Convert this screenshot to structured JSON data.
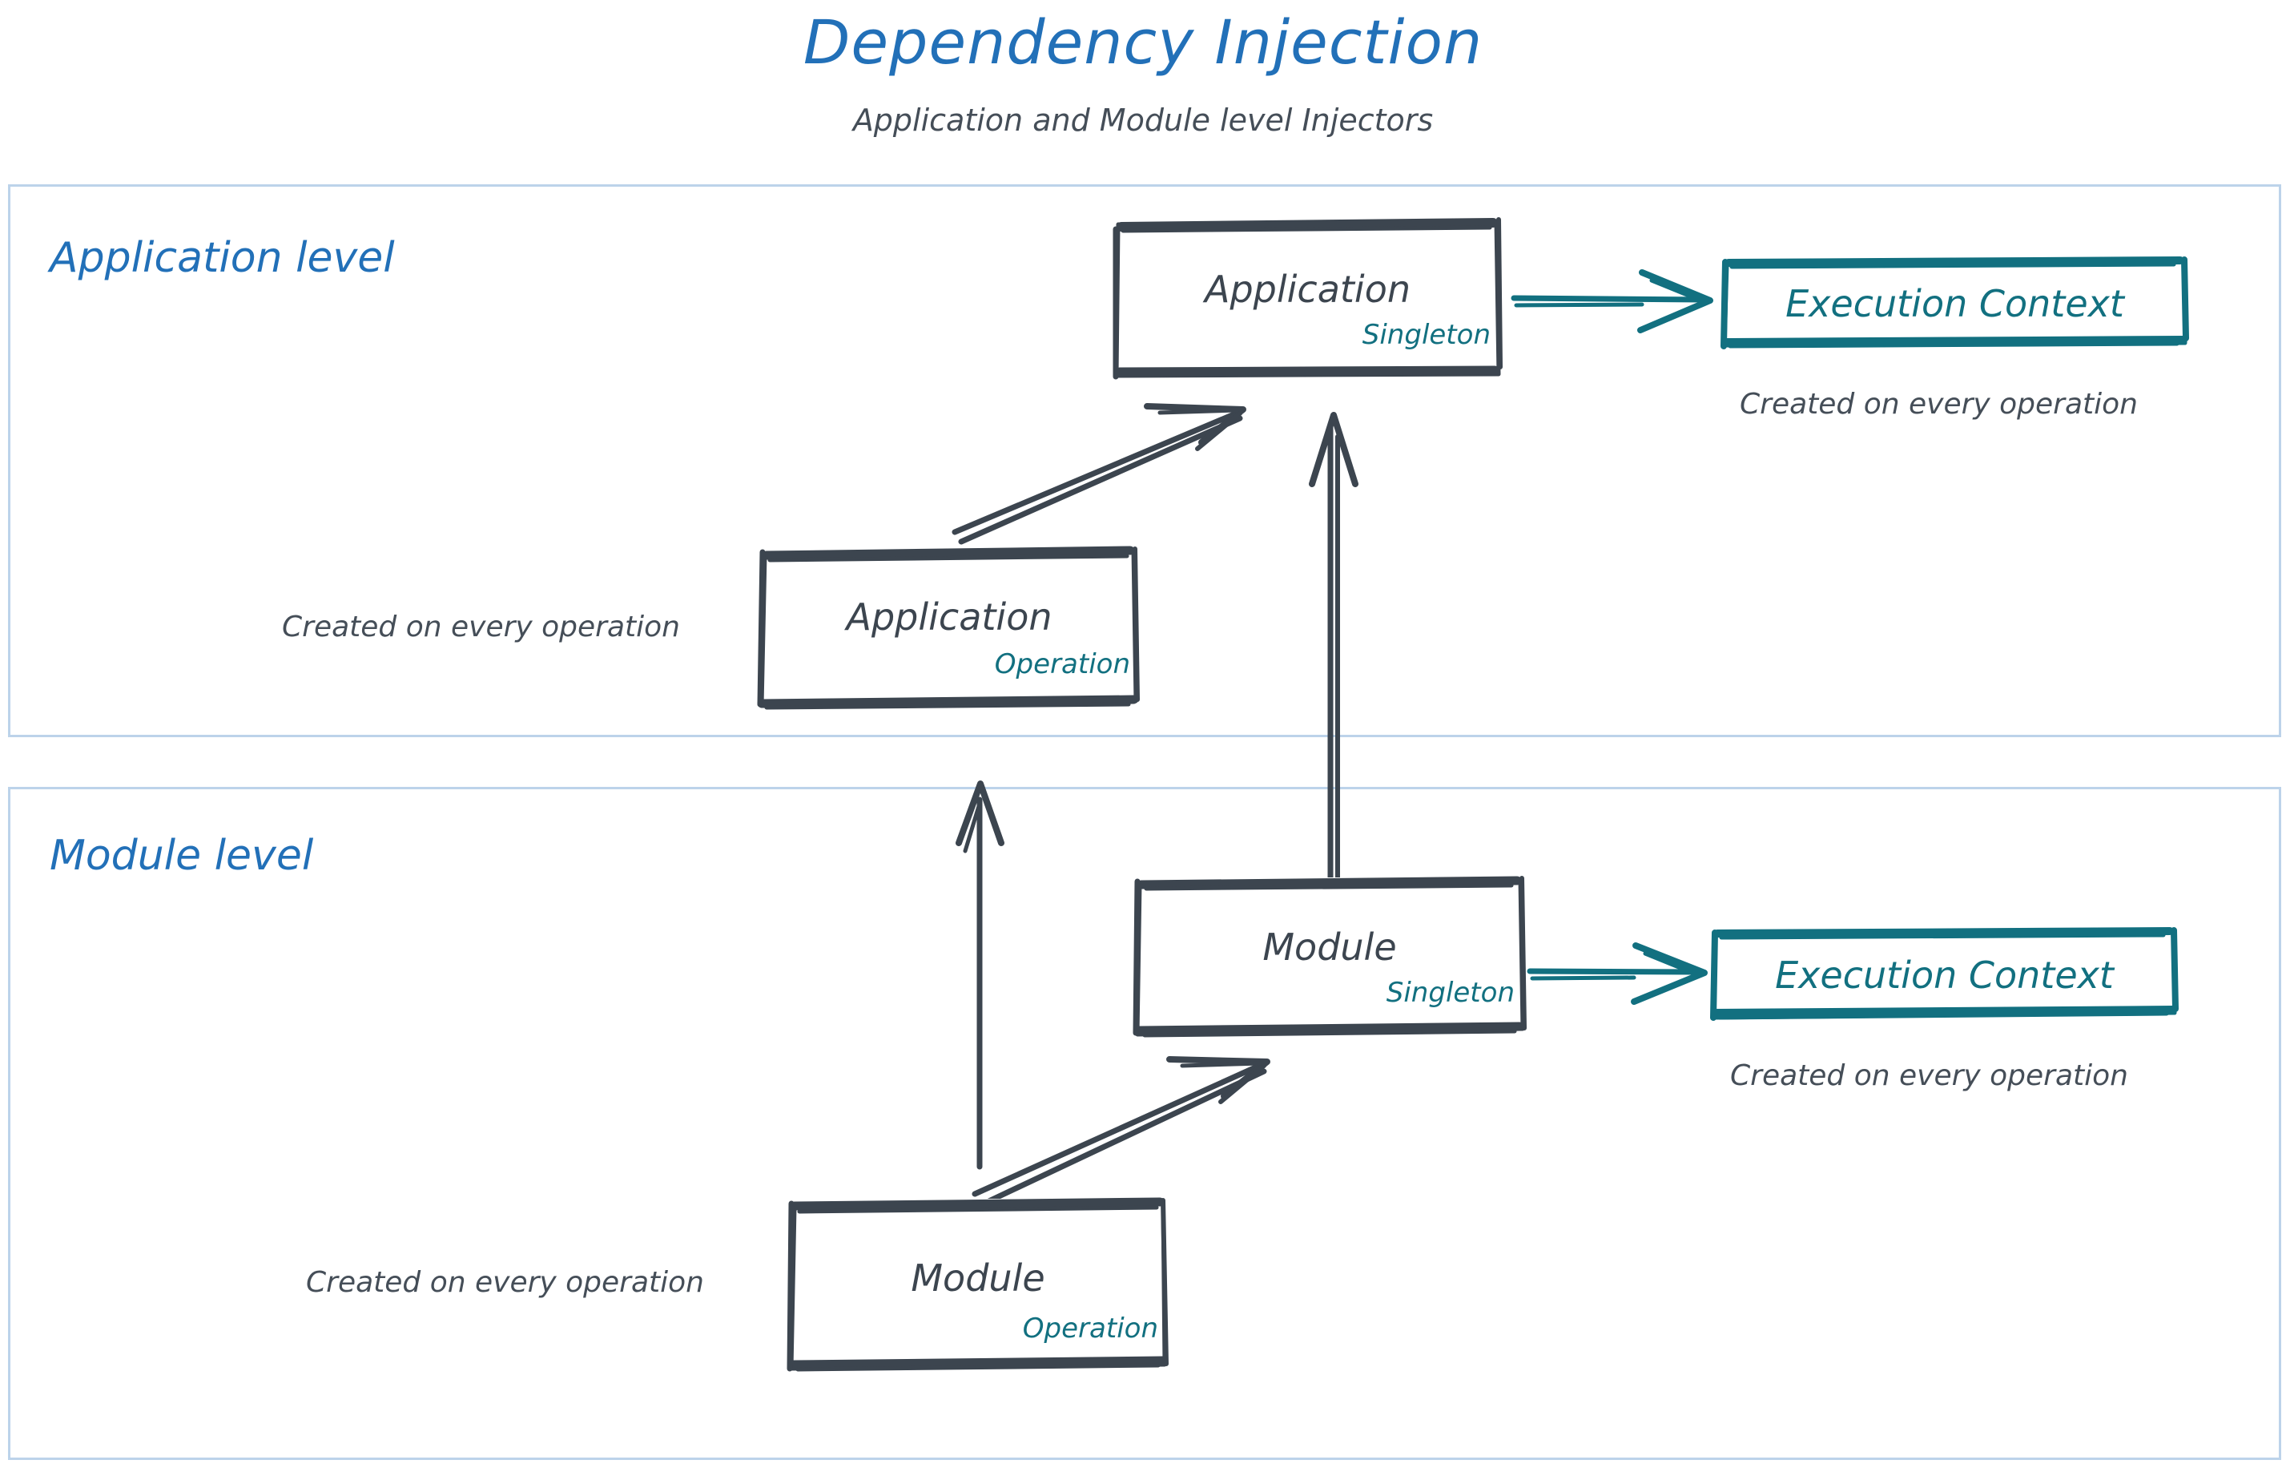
{
  "header": {
    "title": "Dependency Injection",
    "subtitle": "Application and Module level Injectors"
  },
  "colors": {
    "title_blue": "#2270b8",
    "level_border_blue": "#bcd3ea",
    "node_dark": "#3c454f",
    "scope_teal": "#127080",
    "annotation_gray": "#454e58"
  },
  "levels": [
    {
      "id": "application-level",
      "label": "Application level"
    },
    {
      "id": "module-level",
      "label": "Module level"
    }
  ],
  "nodes": [
    {
      "id": "application-singleton",
      "title": "Application",
      "scope": "Singleton"
    },
    {
      "id": "execution-context-application",
      "title": "Execution Context",
      "scope": ""
    },
    {
      "id": "application-operation",
      "title": "Application",
      "scope": "Operation"
    },
    {
      "id": "module-singleton",
      "title": "Module",
      "scope": "Singleton"
    },
    {
      "id": "execution-context-module",
      "title": "Execution Context",
      "scope": ""
    },
    {
      "id": "module-operation",
      "title": "Module",
      "scope": "Operation"
    }
  ],
  "annotations": [
    {
      "id": "note-ec-application",
      "text": "Created on every operation"
    },
    {
      "id": "note-application-operation",
      "text": "Created on every operation"
    },
    {
      "id": "note-ec-module",
      "text": "Created on every operation"
    },
    {
      "id": "note-module-operation",
      "text": "Created on every operation"
    }
  ]
}
